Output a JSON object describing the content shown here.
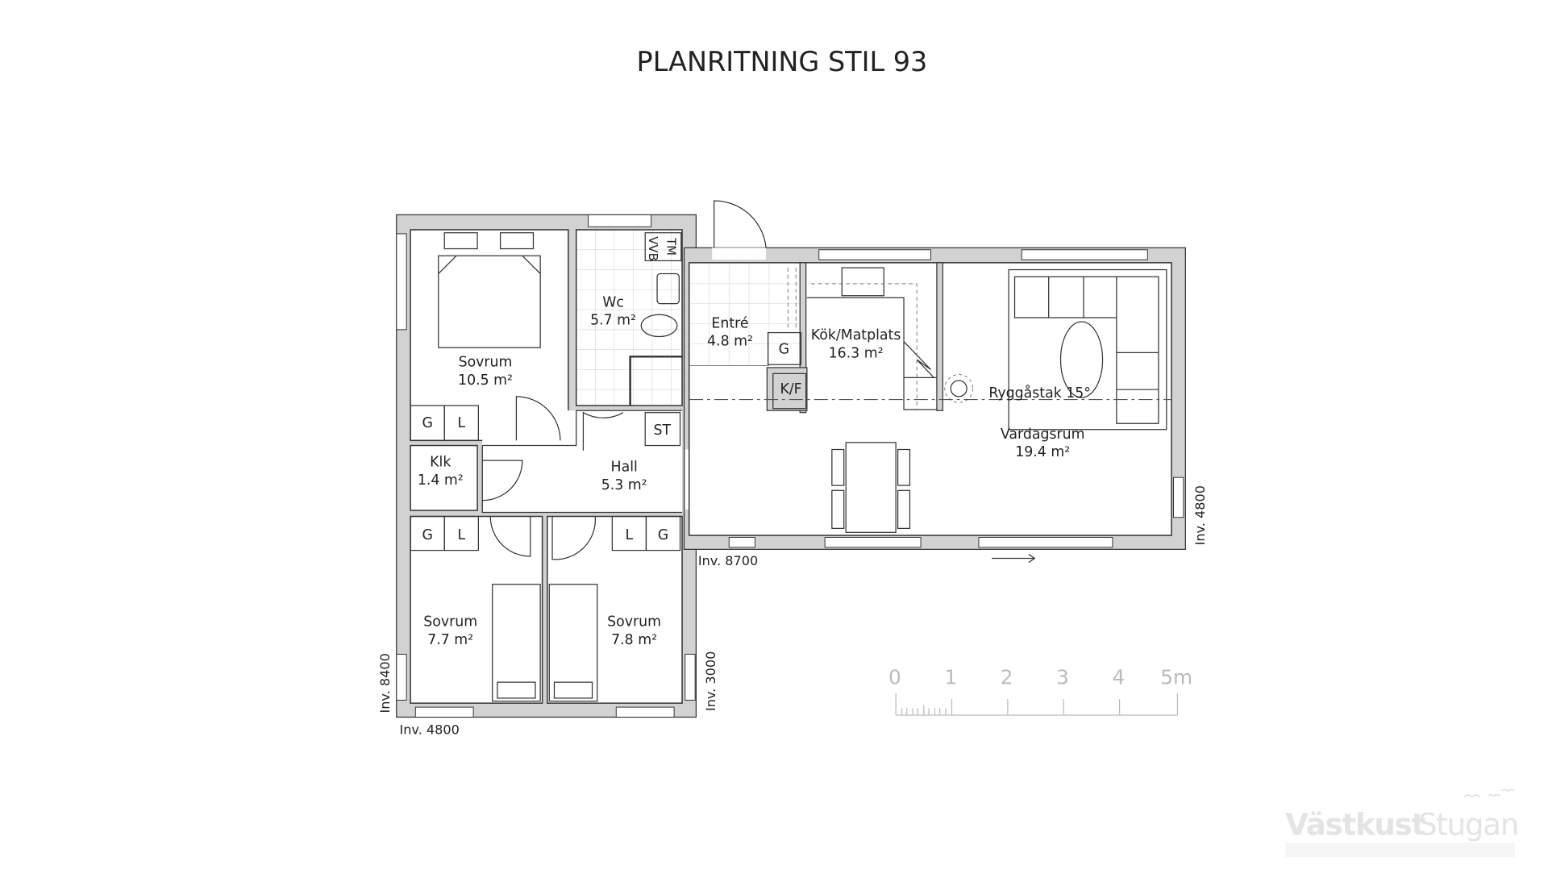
{
  "title": "PLANRITNING STIL 93",
  "rooms": {
    "sovrum_master": {
      "name": "Sovrum",
      "area": "10.5 m²"
    },
    "wc": {
      "name": "Wc",
      "area": "5.7 m²"
    },
    "entre": {
      "name": "Entré",
      "area": "4.8 m²"
    },
    "kok": {
      "name": "Kök/Matplats",
      "area": "16.3 m²"
    },
    "vardagsrum": {
      "name": "Vardagsrum",
      "area": "19.4 m²"
    },
    "klk": {
      "name": "Klk",
      "area": "1.4 m²"
    },
    "hall": {
      "name": "Hall",
      "area": "5.3 m²"
    },
    "sovrum_2": {
      "name": "Sovrum",
      "area": "7.7 m²"
    },
    "sovrum_3": {
      "name": "Sovrum",
      "area": "7.8 m²"
    }
  },
  "fixtures": {
    "g": "G",
    "l": "L",
    "st": "ST",
    "kf": "K/F",
    "tm": "TM",
    "vvb": "VVB"
  },
  "roof_note": "Ryggåstak 15°",
  "dimensions": {
    "inv_8700": "Inv. 8700",
    "inv_4800_right": "Inv. 4800",
    "inv_8400": "Inv. 8400",
    "inv_3000": "Inv. 3000",
    "inv_4800_bottom": "Inv. 4800"
  },
  "scale_bar": {
    "ticks": [
      "0",
      "1",
      "2",
      "3",
      "4",
      "5m"
    ]
  },
  "logo": {
    "text_bold": "Västkust",
    "text_light": "Stugan"
  },
  "colors": {
    "wall": "#d2d2d2",
    "line": "#333333",
    "logo": "#e6e6e6"
  }
}
